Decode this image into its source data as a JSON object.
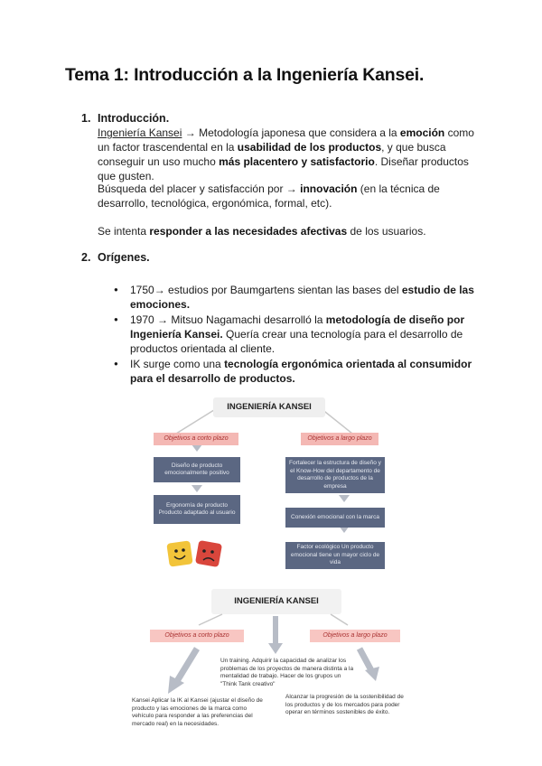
{
  "title": "Tema 1: Introducción a la Ingeniería Kansei.",
  "sections": [
    {
      "number": "1.",
      "heading": "Introducción."
    },
    {
      "number": "2.",
      "heading": "Orígenes."
    }
  ],
  "intro": {
    "p1_term": "Ingeniería Kansei",
    "p1_a": " → Metodología japonesa que considera a la ",
    "p1_b": "emoción",
    "p1_c": " como un factor trascendental en la ",
    "p1_d": "usabilidad de los productos",
    "p1_e": ", y que busca conseguir un uso mucho ",
    "p1_f": "más placentero y satisfactorio",
    "p1_g": ". Diseñar productos que gusten.",
    "p2_a": "Búsqueda del placer y satisfacción por → ",
    "p2_b": "innovación",
    "p2_c": " (en la técnica de desarrollo, tecnológica, ergonómica, formal, etc).",
    "p3_a": "Se intenta ",
    "p3_b": "responder a las necesidades afectivas",
    "p3_c": " de los usuarios."
  },
  "origins": [
    {
      "a": "1750→ estudios por Baumgartens sientan las bases del ",
      "b": "estudio de las emociones.",
      "c": ""
    },
    {
      "a": "1970 → Mitsuo Nagamachi desarrolló la ",
      "b": "metodología de diseño por Ingeniería Kansei.",
      "c": " Quería crear una tecnología para el desarrollo de productos orientada al cliente."
    },
    {
      "a": "IK surge como una ",
      "b": "tecnología ergonómica orientada al consumidor para el desarrollo de productos.",
      "c": ""
    }
  ],
  "diagram1": {
    "root": "INGENIERÍA KANSEI",
    "left_goal": "Objetivos a corto plazo",
    "right_goal": "Objetivos a largo plazo",
    "left_boxes": [
      "Diseño de producto emocionalmente positivo",
      "Ergonomía de producto Producto adaptado al usuario"
    ],
    "right_boxes": [
      "Fortalecer la estructura de diseño y el Know-How del departamento de desarrollo de productos de la empresa",
      "Conexión emocional con la marca",
      "Factor ecológico Un producto emocional tiene un mayor ciclo de vida"
    ]
  },
  "diagram2": {
    "root": "INGENIERÍA KANSEI",
    "left_goal": "Objetivos a corto plazo",
    "right_goal": "Objetivos a largo plazo",
    "center_note": "Un training. Adquirir la capacidad de analizar los problemas de los proyectos de manera distinta a la mentalidad de trabajo. Hacer de los grupos un \"Think Tank creativo\"",
    "left_note": "Kansei Aplicar la IK al Kansei (ajustar el diseño de producto y las emociones de la marca como vehículo para responder a las preferencias del mercado real) en la necesidades.",
    "right_note": "Alcanzar la progresión de la sostenibilidad de los productos y de los mercados para poder operar en términos sostenibles de éxito."
  },
  "colors": {
    "pink": "#f4b8b4",
    "slate": "#5b6782",
    "gray": "#efefef",
    "arrow": "#b7bcc6"
  }
}
